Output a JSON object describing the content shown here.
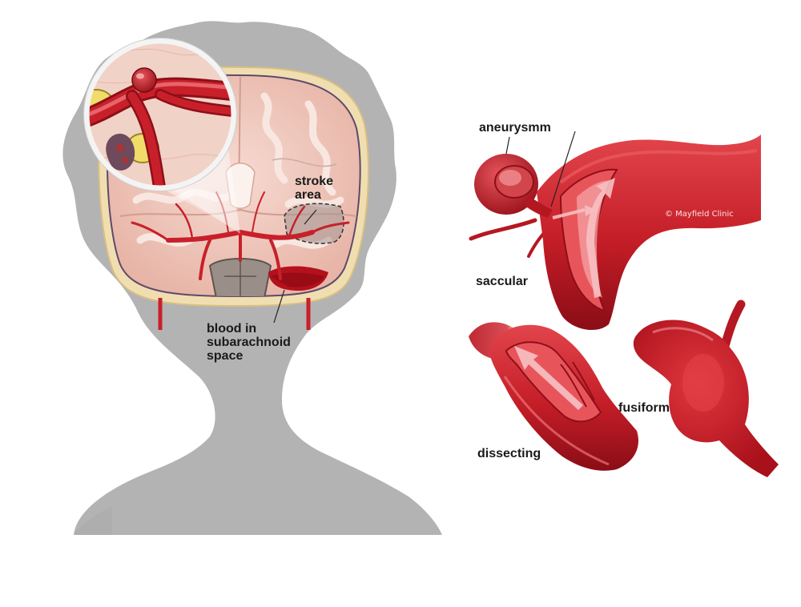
{
  "labels": {
    "stroke_area": [
      "stroke",
      "area"
    ],
    "blood": [
      "blood in",
      "subarachnoid",
      "space"
    ],
    "aneurysm": "aneurysmm",
    "saccular": "saccular",
    "dissecting": "dissecting",
    "fusiform": "fusiform"
  },
  "credit": "© Mayfield Clinic",
  "colors": {
    "silhouette": "#b3b3b3",
    "brain": "#efc9bf",
    "skull": "#f1deb0",
    "artery": "#c8202a",
    "artery_dark": "#8e0f18",
    "artery_light": "#ea6b70"
  }
}
